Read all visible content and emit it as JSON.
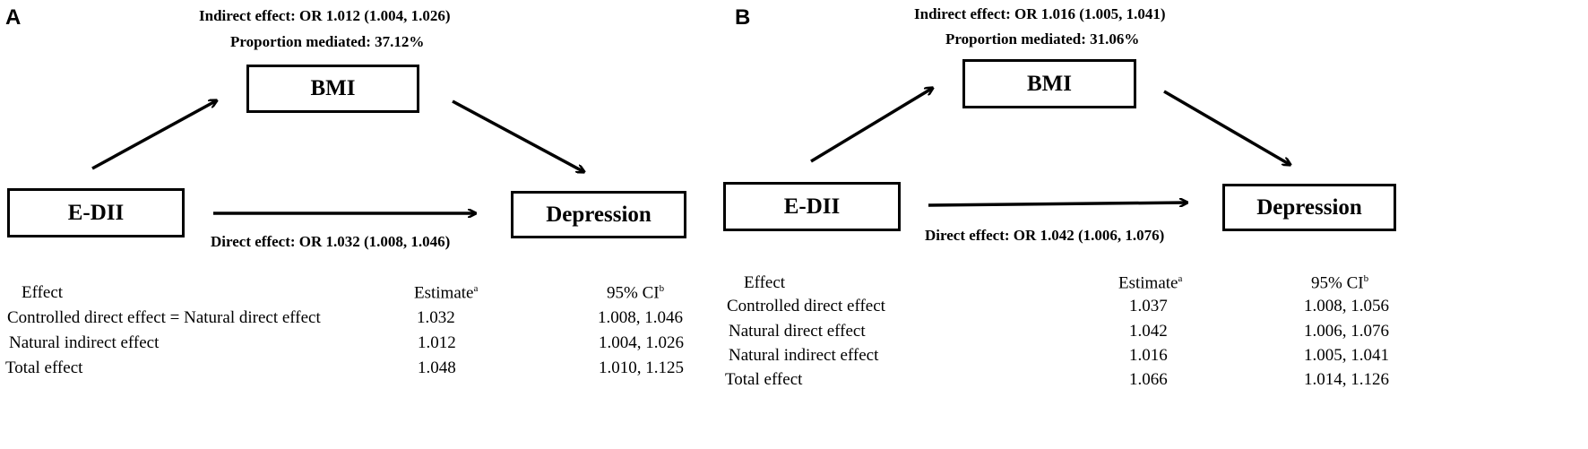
{
  "panels": [
    {
      "letter": "A",
      "indirect_effect": "Indirect effect: OR 1.012 (1.004, 1.026)",
      "proportion_mediated": "Proportion mediated: 37.12%",
      "direct_effect": "Direct effect: OR 1.032 (1.008, 1.046)",
      "mediator": "BMI",
      "exposure": "E-DII",
      "outcome": "Depression",
      "table": {
        "headers": {
          "effect": "Effect",
          "estimate": "Estimate",
          "estimate_sup": "a",
          "ci": "95% CI",
          "ci_sup": "b"
        },
        "rows": [
          {
            "effect": "Controlled direct effect = Natural direct effect",
            "estimate": "1.032",
            "ci": "1.008, 1.046"
          },
          {
            "effect": "Natural indirect effect",
            "estimate": "1.012",
            "ci": "1.004, 1.026"
          },
          {
            "effect": "Total effect",
            "estimate": "1.048",
            "ci": "1.010, 1.125"
          }
        ]
      }
    },
    {
      "letter": "B",
      "indirect_effect": "Indirect effect: OR 1.016 (1.005, 1.041)",
      "proportion_mediated": "Proportion mediated: 31.06%",
      "direct_effect": "Direct effect: OR 1.042 (1.006, 1.076)",
      "mediator": "BMI",
      "exposure": "E-DII",
      "outcome": "Depression",
      "table": {
        "headers": {
          "effect": "Effect",
          "estimate": "Estimate",
          "estimate_sup": "a",
          "ci": "95% CI",
          "ci_sup": "b"
        },
        "rows": [
          {
            "effect": "Controlled direct effect",
            "estimate": "1.037",
            "ci": "1.008, 1.056"
          },
          {
            "effect": "Natural direct effect",
            "estimate": "1.042",
            "ci": "1.006, 1.076"
          },
          {
            "effect": "Natural indirect effect",
            "estimate": "1.016",
            "ci": "1.005, 1.041"
          },
          {
            "effect": "Total effect",
            "estimate": "1.066",
            "ci": "1.014, 1.126"
          }
        ]
      }
    }
  ]
}
